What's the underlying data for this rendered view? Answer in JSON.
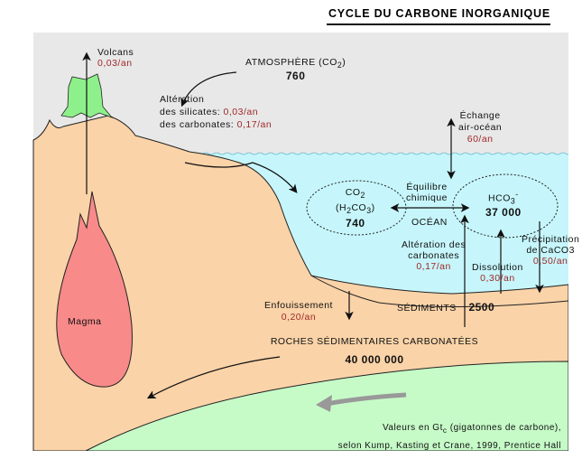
{
  "title": "CYCLE DU CARBONE INORGANIQUE",
  "volcans": {
    "label": "Volcans",
    "rate": "0,03/an"
  },
  "atmosphere": {
    "label": "ATMOSPHÈRE (CO",
    "sub": "2",
    "close": ")",
    "value": "760"
  },
  "alteration": {
    "label": "Altération",
    "silicates": "des silicates:",
    "silicates_rate": "0,03/an",
    "carbonates": "des carbonates:",
    "carbonates_rate": "0,17/an"
  },
  "echange": {
    "line1": "Échange",
    "line2": "air-océan",
    "rate": "60/an"
  },
  "ocean_co2": {
    "line1": "CO",
    "sub1": "2",
    "line2a": "(H",
    "sub2a": "2",
    "line2b": "CO",
    "sub2b": "3",
    "line2c": ")",
    "value": "740"
  },
  "equilibre": {
    "line1": "Équilibre",
    "line2": "chimique"
  },
  "ocean_label": "OCÉAN",
  "hco3": {
    "label": "HCO",
    "sub": "3",
    "sup": "-",
    "value": "37 000"
  },
  "alteration_carbonates": {
    "line1": "Altération des",
    "line2": "carbonates",
    "rate": "0,17/an"
  },
  "dissolution": {
    "label": "Dissolution",
    "rate": "0,30/an"
  },
  "precipitation": {
    "line1": "Précipitation",
    "line2": "de CaCO3",
    "rate": "0,50/an"
  },
  "enfouissement": {
    "label": "Enfouissement",
    "rate": "0,20/an"
  },
  "sediments": {
    "label": "SÉDIMENTS",
    "value": "2500"
  },
  "roches": {
    "label": "ROCHES SÉDIMENTAIRES CARBONATÉES",
    "value": "40 000 000"
  },
  "magma": "Magma",
  "note": {
    "line1a": "Valeurs en Gt",
    "sub": "c",
    "line1b": " (gigatonnes de carbone),",
    "line2": "selon Kump, Kasting et Crane, 1999, Prentice Hall"
  },
  "colors": {
    "sky": "#e8e8e8",
    "land": "#fad3a8",
    "water": "#c6f6fb",
    "mantle": "#c6fbc8",
    "magma": "#f98a8a",
    "volcano": "#8ef08a",
    "rate": "#a02828"
  }
}
